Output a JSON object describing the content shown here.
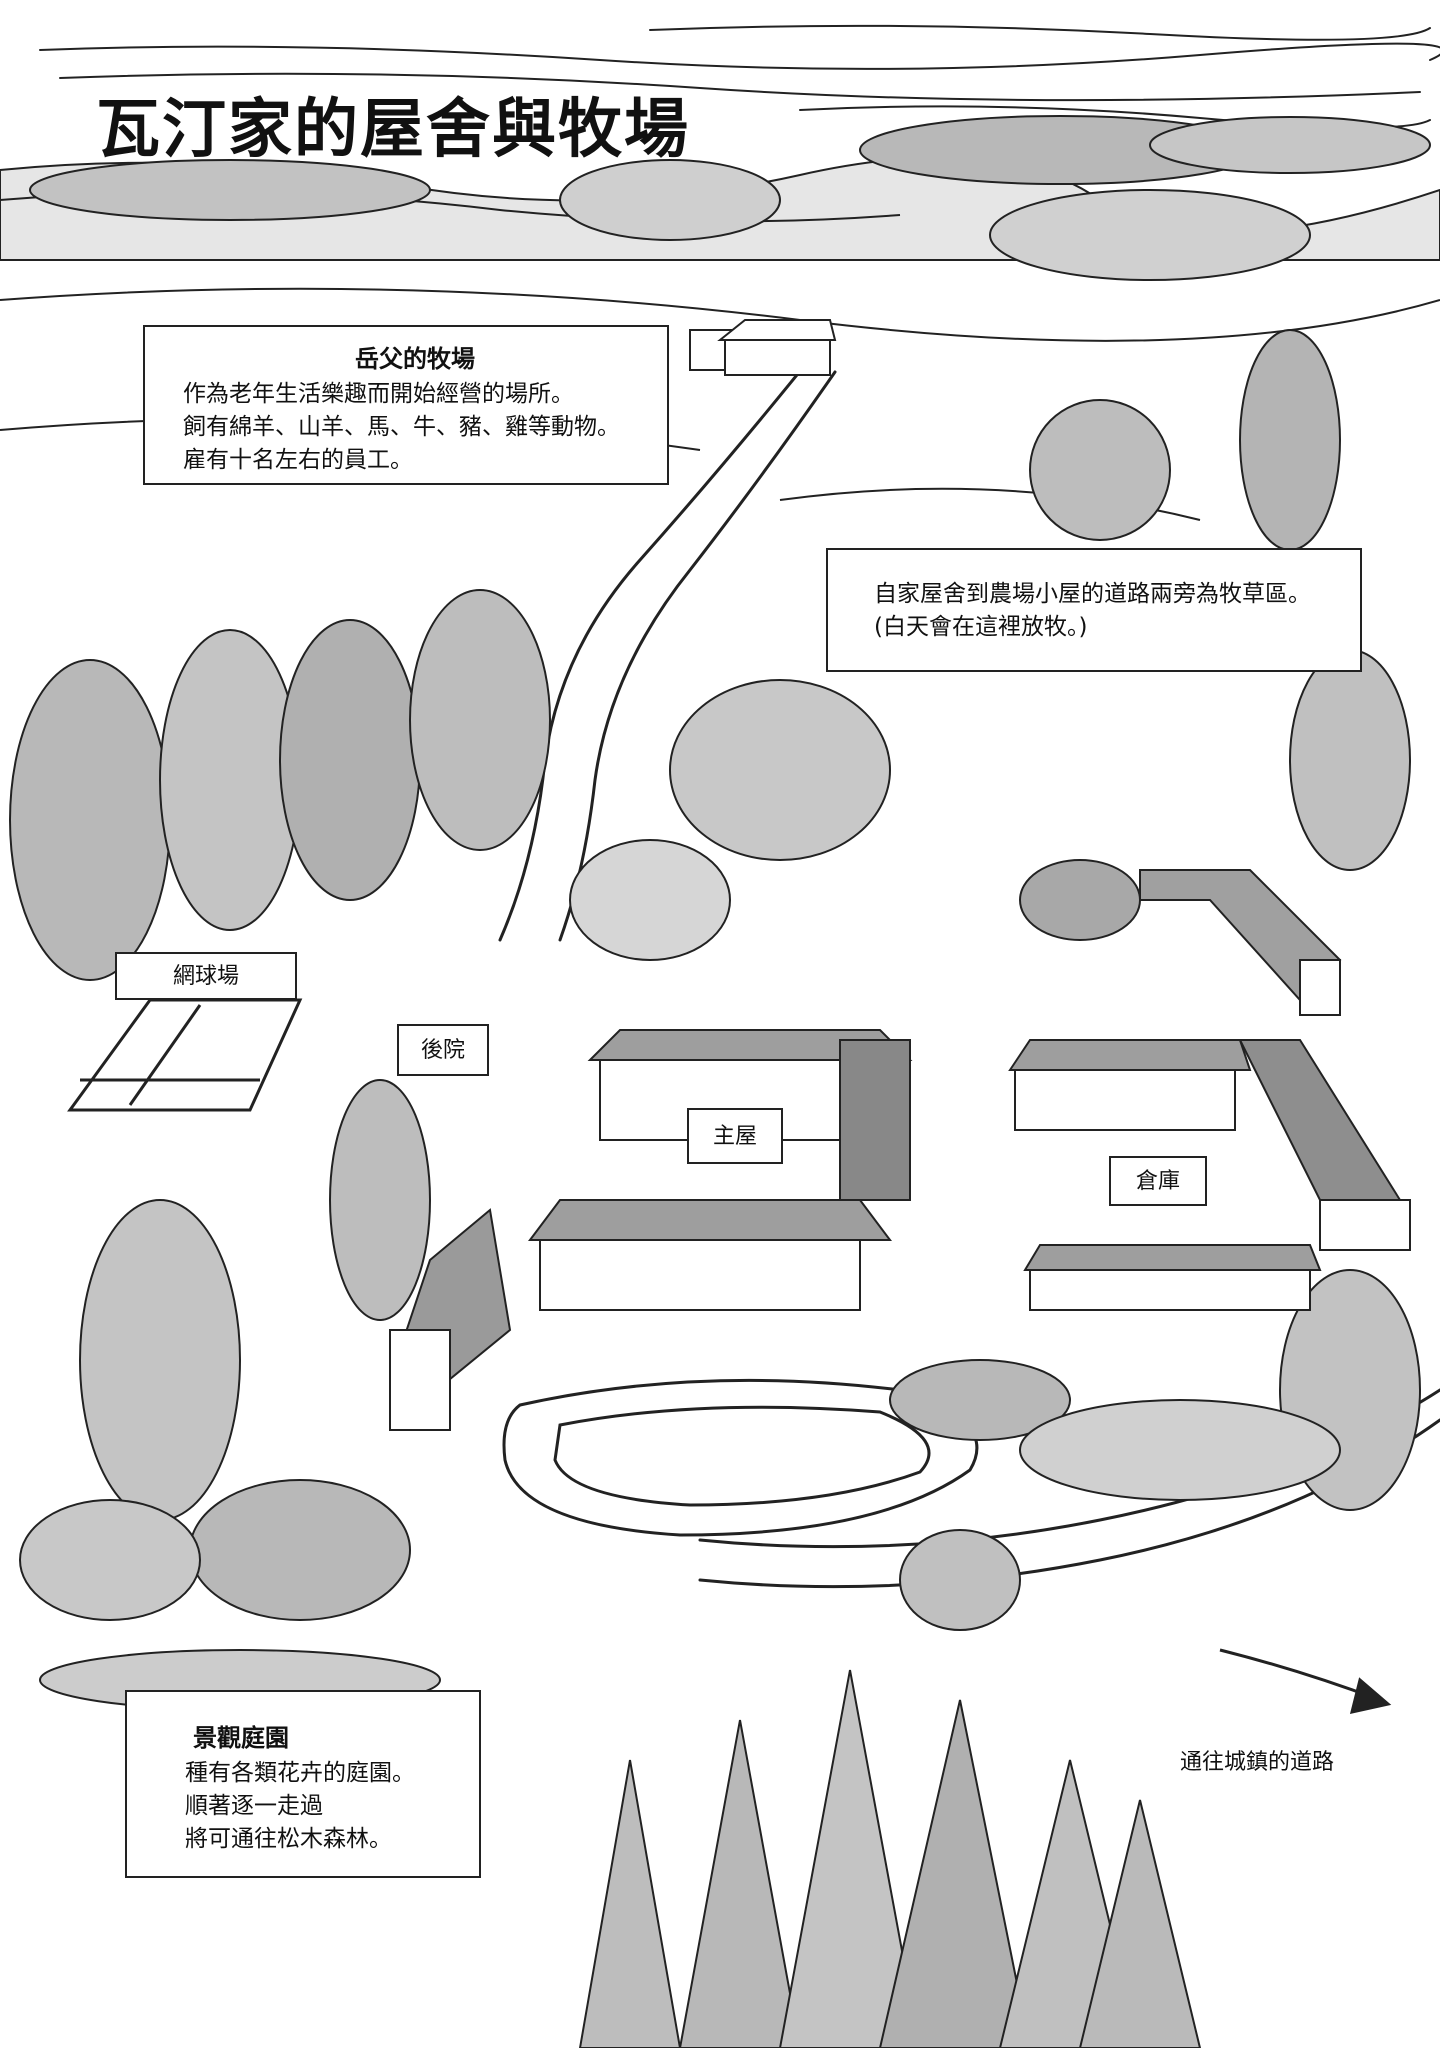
{
  "title": "瓦汀家的屋舍與牧場",
  "callouts": {
    "ranch": {
      "heading": "岳父的牧場",
      "lines": [
        "作為老年生活樂趣而開始經營的場所。",
        "飼有綿羊、山羊、馬、牛、豬、雞等動物。",
        "雇有十名左右的員工。"
      ]
    },
    "pasture": {
      "lines": [
        "自家屋舍到農場小屋的道路兩旁為牧草區。",
        "(白天會在這裡放牧。)"
      ]
    },
    "garden": {
      "heading": "景觀庭園",
      "lines": [
        "種有各類花卉的庭園。",
        "順著逐一走過",
        "將可通往松木森林。"
      ]
    }
  },
  "labels": {
    "tennis": "網球場",
    "backyard": "後院",
    "main_house": "主屋",
    "warehouse": "倉庫",
    "road_to_town": "通往城鎮的道路"
  },
  "colors": {
    "ink": "#222222",
    "foliage_gray": "#b8b8b8",
    "foliage_light": "#d6d6d6",
    "paper": "#ffffff"
  }
}
